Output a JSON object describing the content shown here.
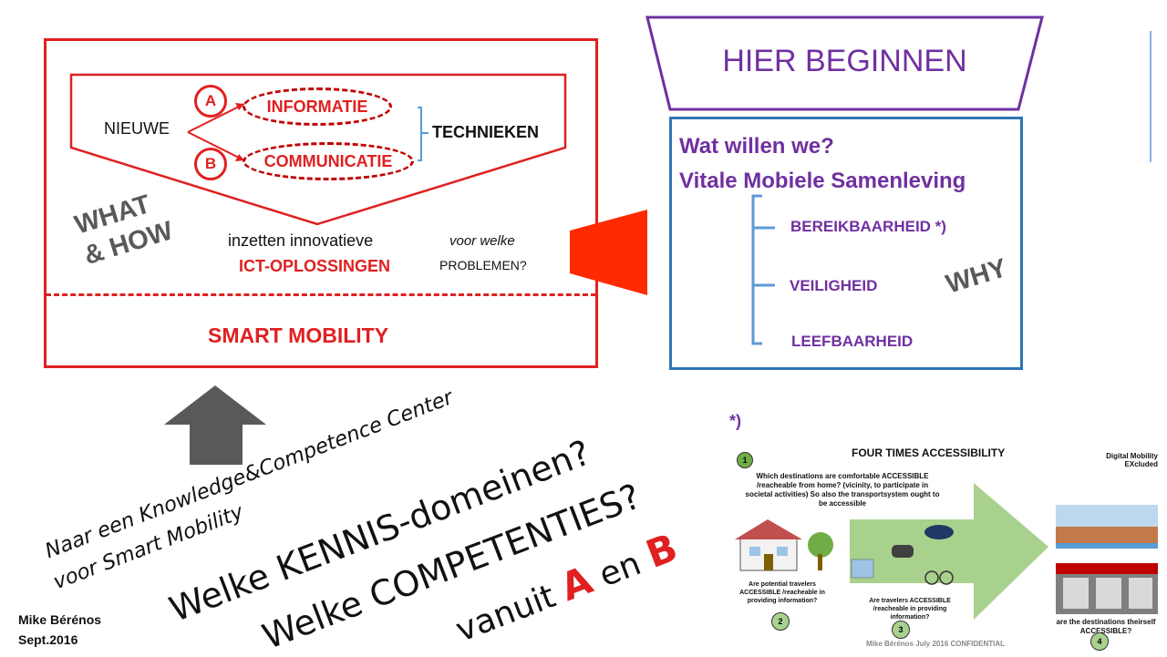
{
  "left_panel": {
    "nieuwe": "NIEUWE",
    "letter_a": "A",
    "letter_b": "B",
    "informatie": "INFORMATIE",
    "communicatie": "COMMUNICATIE",
    "technieken": "TECHNIEKEN",
    "what_how_line1": "WHAT",
    "what_how_line2": "& HOW",
    "inzetten": "inzetten innovatieve",
    "ict": "ICT-OPLOSSINGEN",
    "voor_welke": "voor welke",
    "problemen": "PROBLEMEN?",
    "smart_mobility": "SMART MOBILITY"
  },
  "right_panel": {
    "hier_beginnen": "HIER  BEGINNEN",
    "wat_willen": "Wat willen we?",
    "vitale": "Vitale Mobiele Samenleving",
    "bereikbaarheid": "BEREIKBAARHEID *)",
    "veiligheid": "VEILIGHEID",
    "leefbaarheid": "LEEFBAARHEID",
    "why": "WHY"
  },
  "bottom_left": {
    "naar_line1": "Naar een Knowledge&Competence Center",
    "naar_line2": "voor Smart Mobility",
    "kennis": "Welke KENNIS-domeinen?",
    "competenties": "Welke COMPETENTIES?",
    "vanuit": "vanuit ",
    "vanuit_a": "A",
    "vanuit_en": " en ",
    "vanuit_b": "B",
    "author": "Mike Bérénos",
    "date": "Sept.2016"
  },
  "infographic": {
    "footnote_mark": "*)",
    "title": "FOUR TIMES ACCESSIBILITY",
    "digital_line1": "Digital Mobility",
    "digital_line2": "EXcluded",
    "n1": "1",
    "n2": "2",
    "n3": "3",
    "n4": "4",
    "text1": "Which destinations are comfortable ACCESSIBLE /reacheable from home? (vicinity, to participate in societal activities) So also the transportsystem ought to be accessible",
    "text2": "Are potential travelers ACCESSIBLE /reacheable in providing information?",
    "text3": "Are travelers ACCESSIBLE /reacheable in providing information?",
    "text4": "are the destinations theirself ACCESSIBLE?",
    "footer": "Mike Bérénos July 2016 CONFIDENTIAL"
  },
  "colors": {
    "red": "#e02020",
    "purple": "#7030a0",
    "blue": "#2e75b6",
    "arrow_grey": "#595959",
    "infographic_green": "#a9d18e"
  }
}
